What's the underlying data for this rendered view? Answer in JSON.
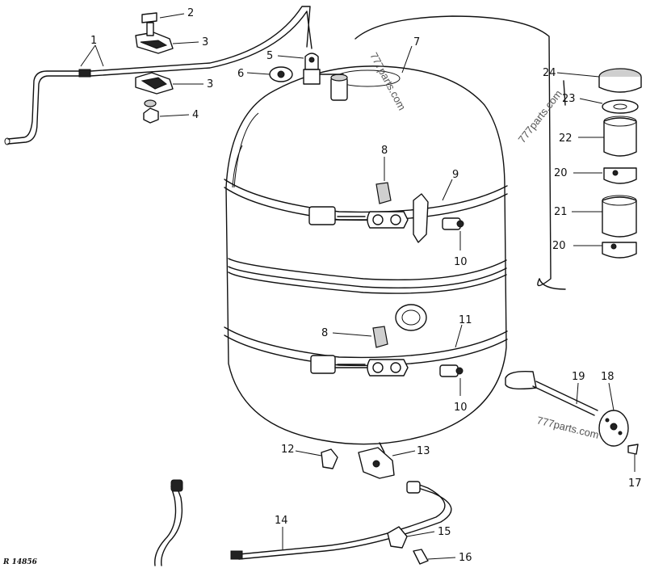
{
  "drawing": {
    "ref_code": "R 14856",
    "watermark": "777parts.com"
  },
  "callouts": [
    {
      "id": "c1",
      "text": "1"
    },
    {
      "id": "c2",
      "text": "2"
    },
    {
      "id": "c3a",
      "text": "3"
    },
    {
      "id": "c3b",
      "text": "3"
    },
    {
      "id": "c4",
      "text": "4"
    },
    {
      "id": "c5",
      "text": "5"
    },
    {
      "id": "c6",
      "text": "6"
    },
    {
      "id": "c7",
      "text": "7"
    },
    {
      "id": "c8a",
      "text": "8"
    },
    {
      "id": "c8b",
      "text": "8"
    },
    {
      "id": "c9",
      "text": "9"
    },
    {
      "id": "c10a",
      "text": "10"
    },
    {
      "id": "c10b",
      "text": "10"
    },
    {
      "id": "c11",
      "text": "11"
    },
    {
      "id": "c12",
      "text": "12"
    },
    {
      "id": "c13",
      "text": "13"
    },
    {
      "id": "c14",
      "text": "14"
    },
    {
      "id": "c15",
      "text": "15"
    },
    {
      "id": "c16",
      "text": "16"
    },
    {
      "id": "c17",
      "text": "17"
    },
    {
      "id": "c18",
      "text": "18"
    },
    {
      "id": "c19",
      "text": "19"
    },
    {
      "id": "c20a",
      "text": "20"
    },
    {
      "id": "c20b",
      "text": "20"
    },
    {
      "id": "c21",
      "text": "21"
    },
    {
      "id": "c22",
      "text": "22"
    },
    {
      "id": "c23",
      "text": "23"
    },
    {
      "id": "c24",
      "text": "24"
    }
  ]
}
